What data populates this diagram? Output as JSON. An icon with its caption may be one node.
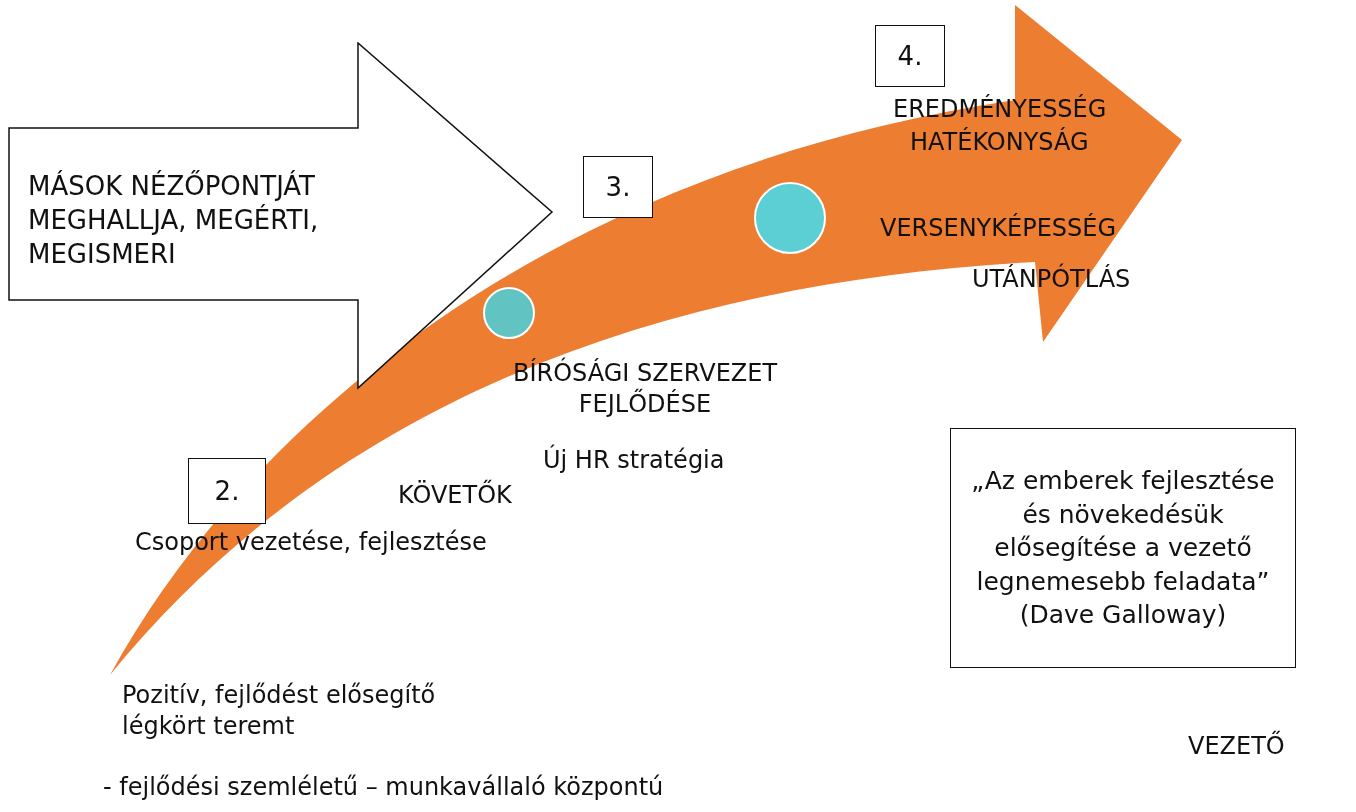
{
  "diagram": {
    "nodes": [
      {
        "text": [
          "MÁSOK NÉZŐPONTJÁT MEGHALLJA, MEGÉRTI, MEGISMERI"
        ]
      },
      {
        "text": [
          "4."
        ]
      },
      {
        "text": [
          "3."
        ]
      },
      {
        "text": [],
        "shape": "circle"
      },
      {
        "text": [],
        "shape": "circle"
      },
      {
        "text": [
          "2."
        ]
      },
      {
        "text": [
          "„Az emberek fejlesztése és növekedésük elősegítése a vezető legnemesebb feladata”",
          "(Dave Galloway)"
        ]
      }
    ],
    "labels": [
      "EREDMÉNYESSÉG",
      "HATÉKONYSÁG",
      "VERSENYKÉPESSÉG",
      "UTÁNPÓTLÁS",
      "BÍRÓSÁGI SZERVEZET FEJLŐDÉSE",
      "Új HR stratégia",
      "KÖVETŐK",
      "Csoport vezetése, fejlesztése",
      "Pozitív, fejlődést elősegítő légkört teremt",
      "VEZETŐ",
      "- fejlődési szemléletű – munkavállaló központú"
    ]
  }
}
